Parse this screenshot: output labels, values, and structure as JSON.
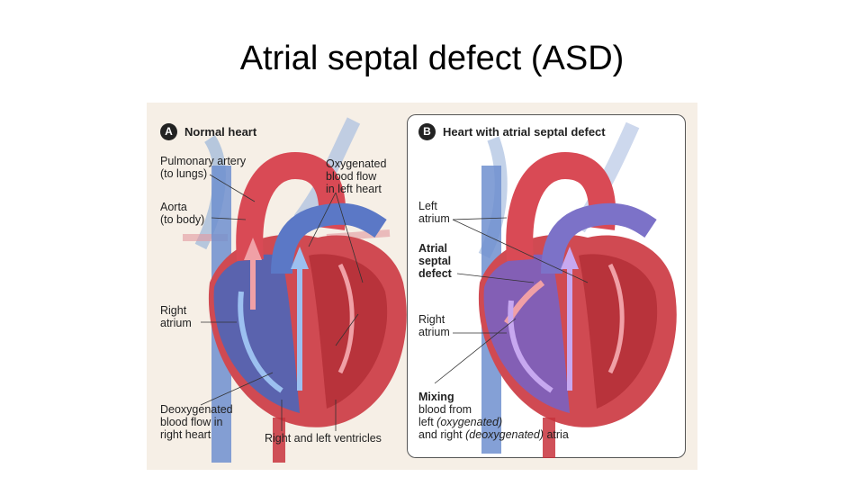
{
  "slide": {
    "title": "Atrial septal defect (ASD)"
  },
  "panel_a": {
    "badge": "A",
    "title": "Normal heart",
    "labels": {
      "pulmonary_artery": "Pulmonary artery\n(to lungs)",
      "aorta": "Aorta\n(to body)",
      "right_atrium": "Right\natrium",
      "deoxygenated": "Deoxygenated\nblood flow in\nright heart",
      "oxygenated": "Oxygenated\nblood flow\nin left heart",
      "ventricles": "Right and left ventricles"
    }
  },
  "panel_b": {
    "badge": "B",
    "title": "Heart with atrial septal defect",
    "labels": {
      "left_atrium": "Left\natrium",
      "asd": "Atrial\nseptal\ndefect",
      "right_atrium": "Right\natrium",
      "mixing_line1": "Mixing",
      "mixing_line2": "blood from",
      "mixing_line3_a": "left ",
      "mixing_line3_b": "(oxygenated)",
      "mixing_line4_a": "and right ",
      "mixing_line4_b": "(deoxygenated)",
      "mixing_line4_c": " atria"
    }
  },
  "colors": {
    "oxygenated_red": "#c8323c",
    "deoxygenated_blue": "#3a5fb0",
    "mixed_purple": "#8a5cc4",
    "background": "#f6efe6"
  }
}
